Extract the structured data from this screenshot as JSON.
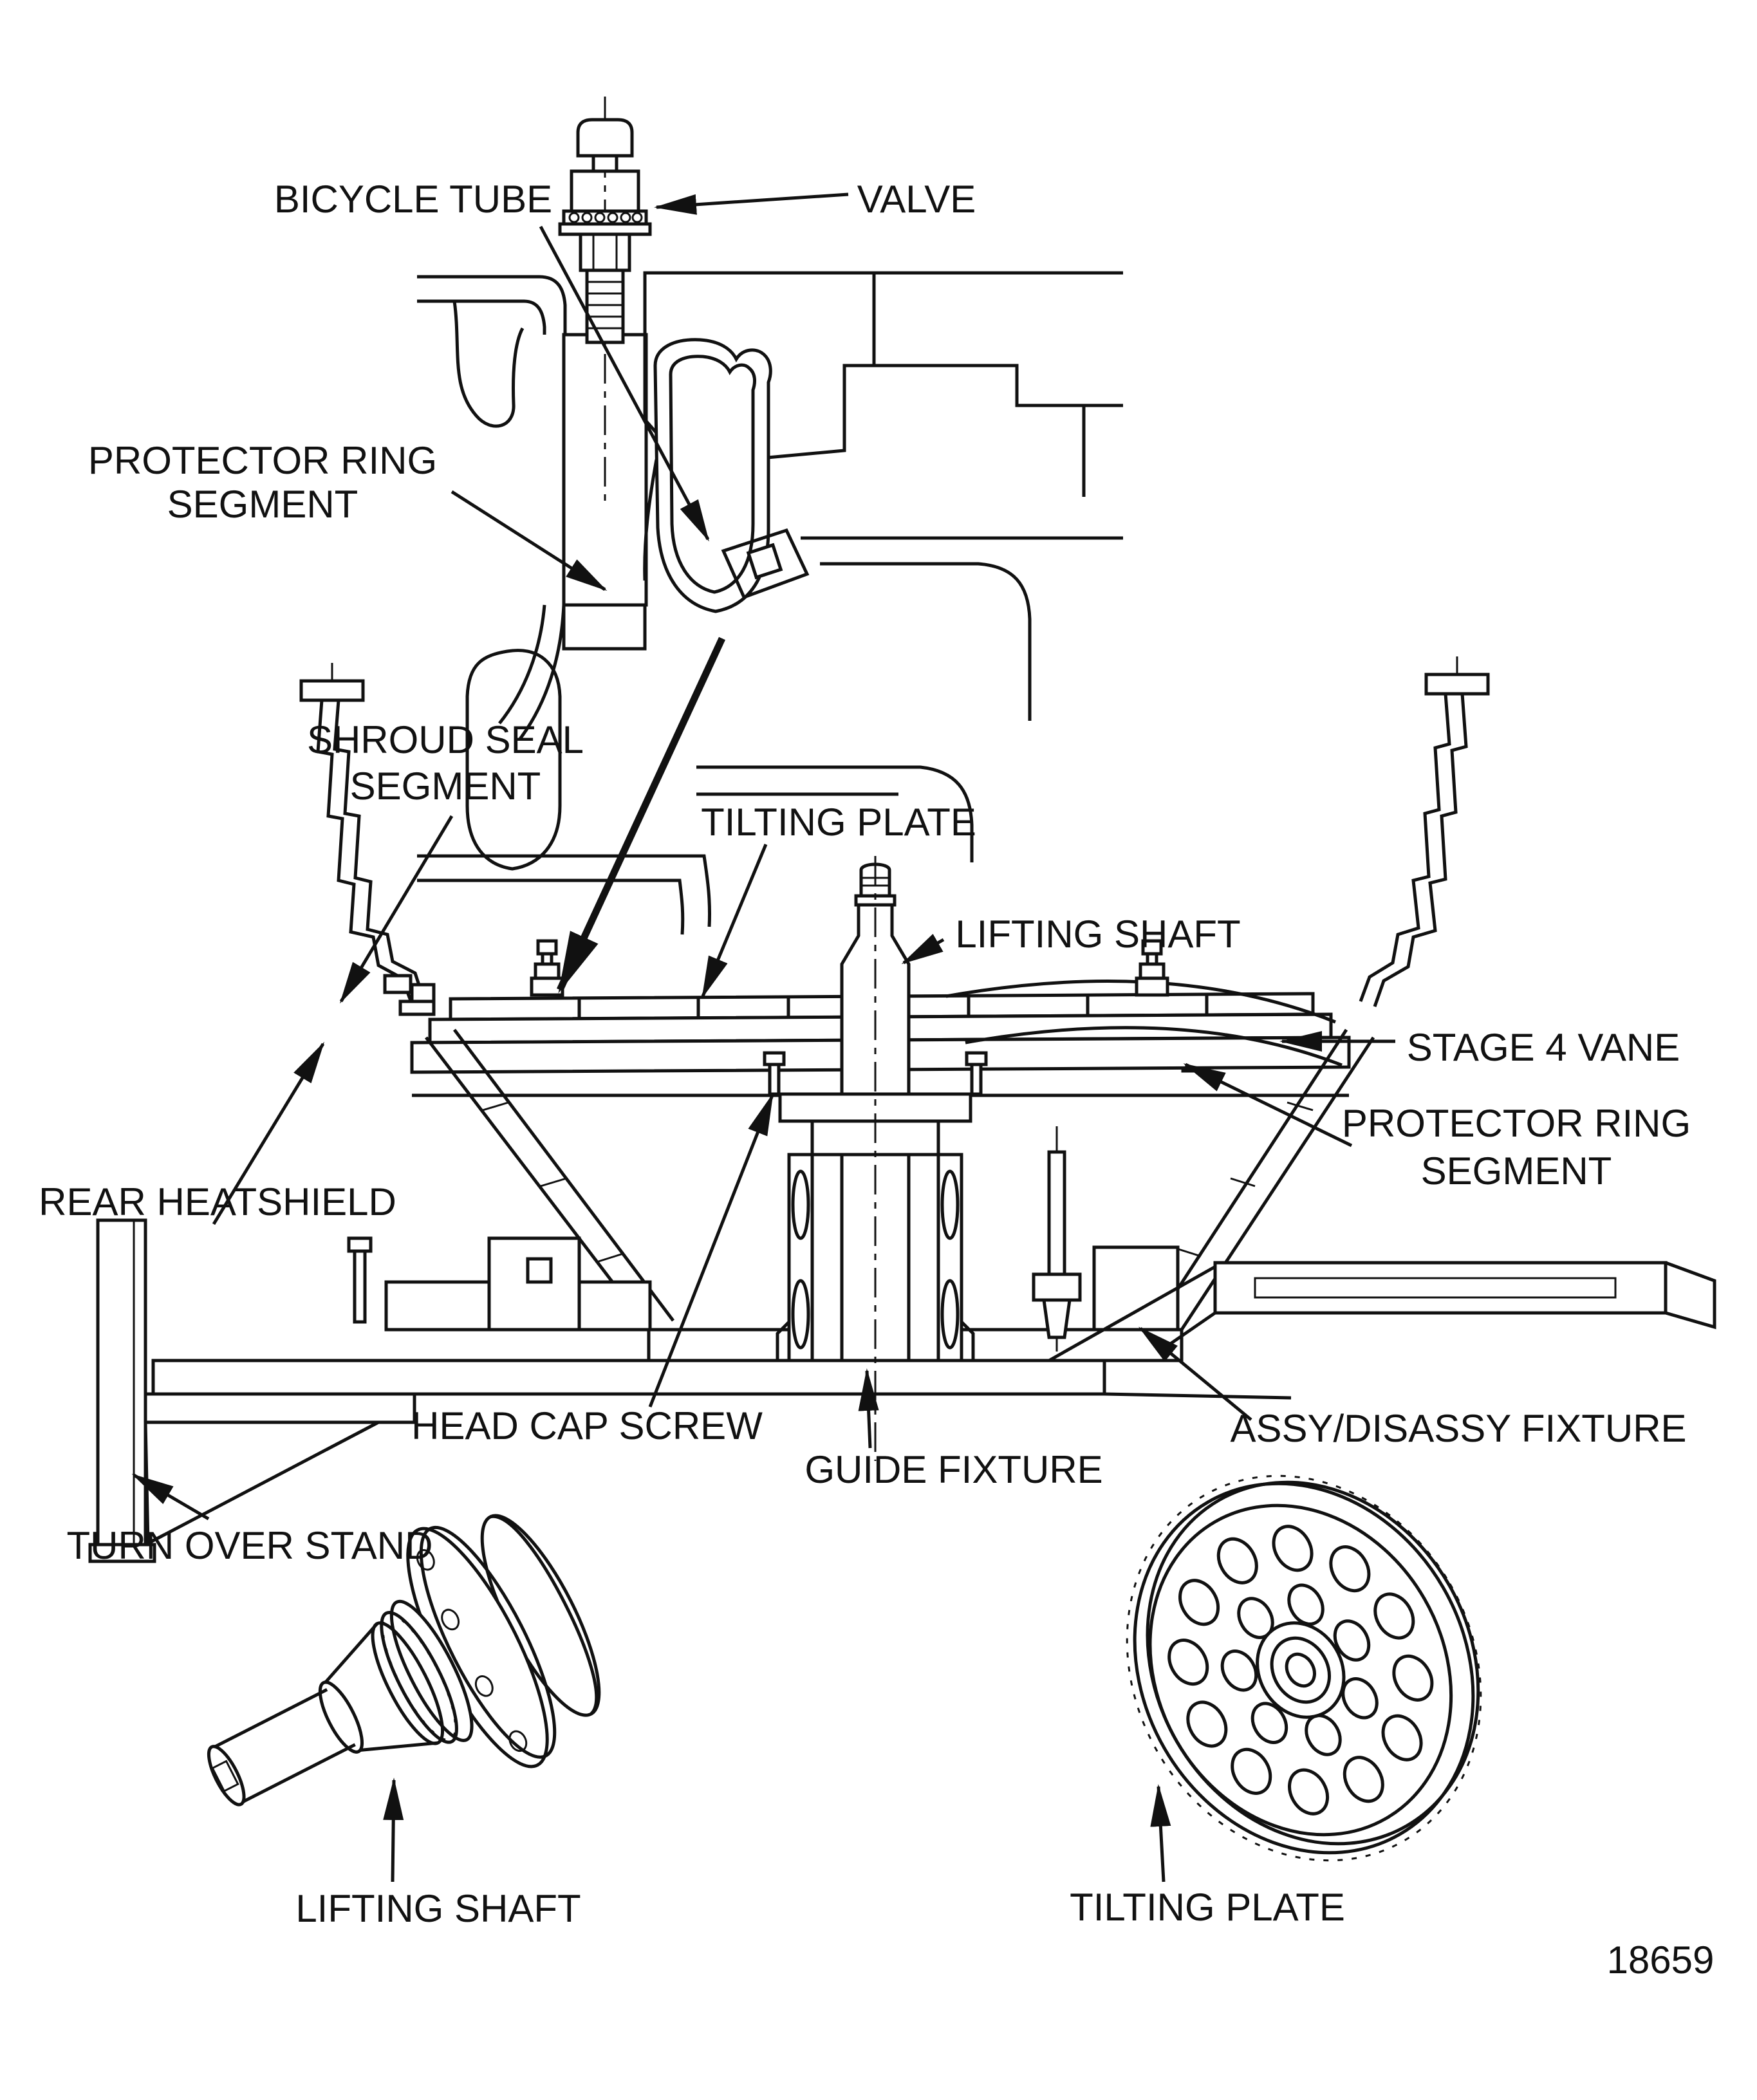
{
  "colors": {
    "ink": "#111111",
    "paper": "#ffffff"
  },
  "figure_number": "18659",
  "detail_view": {
    "bicycle_tube": "BICYCLE TUBE",
    "valve": "VALVE",
    "protector_ring_segment": {
      "line1": "PROTECTOR RING",
      "line2": "SEGMENT"
    }
  },
  "main_view": {
    "shroud_seal_segment": {
      "line1": "SHROUD SEAL",
      "line2": "SEGMENT"
    },
    "tilting_plate": "TILTING PLATE",
    "lifting_shaft": "LIFTING SHAFT",
    "stage_4_vane": "STAGE 4 VANE",
    "protector_ring_segment": {
      "line1": "PROTECTOR RING",
      "line2": "SEGMENT"
    },
    "rear_heatshield": "REAR HEATSHIELD",
    "head_cap_screw": "HEAD CAP SCREW",
    "guide_fixture": "GUIDE FIXTURE",
    "assy_disassy_fixture": "ASSY/DISASSY FIXTURE",
    "turn_over_stand": "TURN OVER STAND"
  },
  "tool_views": {
    "lifting_shaft": "LIFTING SHAFT",
    "tilting_plate": "TILTING PLATE"
  }
}
